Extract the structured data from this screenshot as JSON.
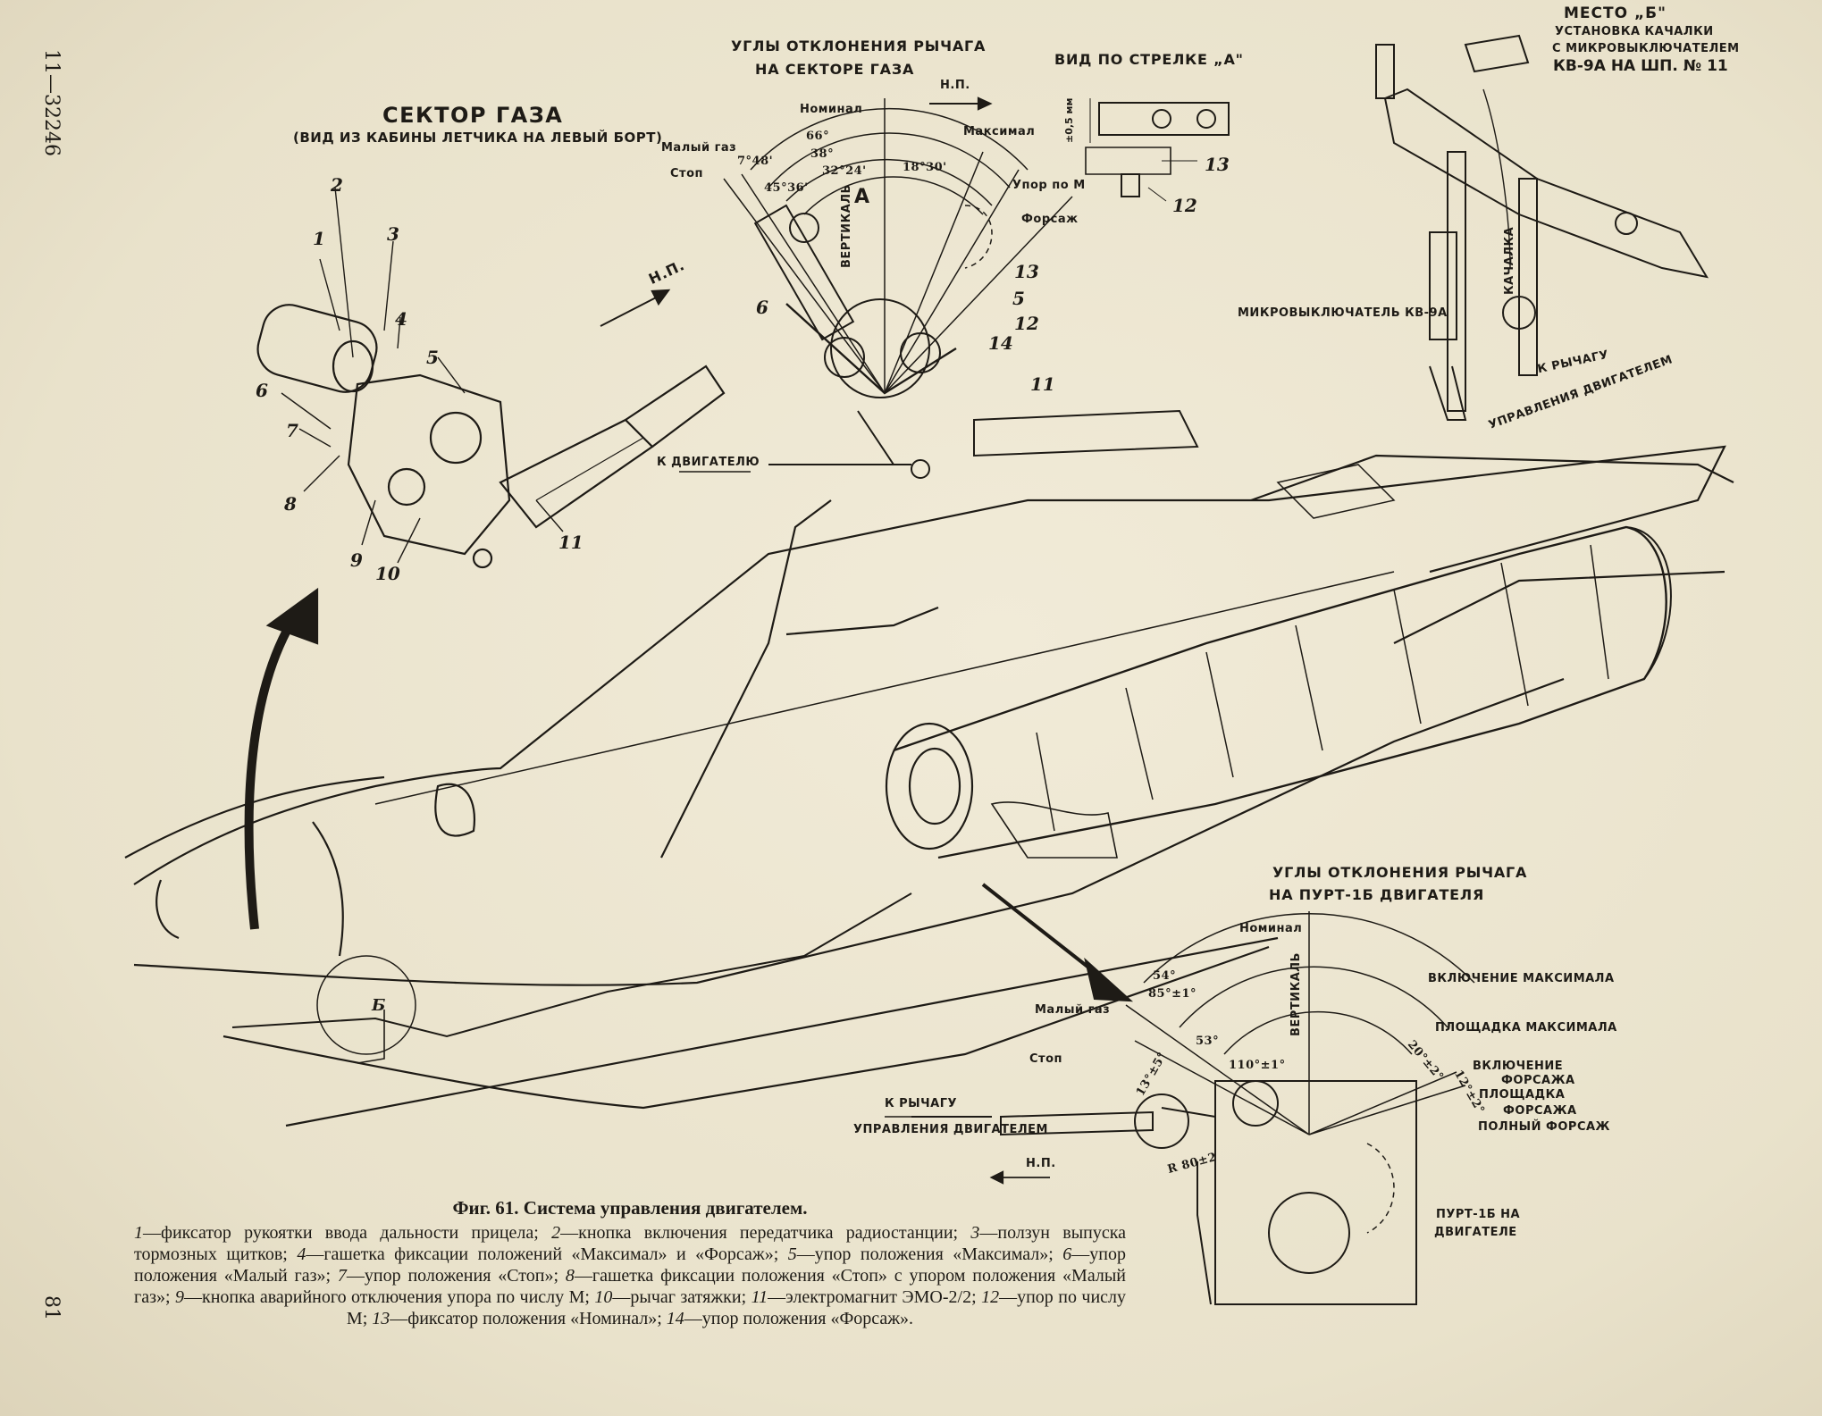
{
  "side_code": "11—32246",
  "page_number": "81",
  "throttle": {
    "title": "СЕКТОР ГАЗА",
    "subtitle": "(ВИД ИЗ КАБИНЫ ЛЕТЧИКА НА ЛЕВЫЙ БОРТ)",
    "direction": "Н.П.",
    "callouts": [
      "1",
      "2",
      "3",
      "4",
      "5",
      "6",
      "7",
      "8",
      "9",
      "10",
      "11"
    ]
  },
  "lever_angles": {
    "title_line1": "УГЛЫ ОТКЛОНЕНИЯ РЫЧАГА",
    "title_line2": "НА СЕКТОРЕ ГАЗА",
    "direction": "Н.П.",
    "positions": [
      "Номинал",
      "Малый газ",
      "Стоп",
      "Максимал",
      "Упор по М",
      "Форсаж"
    ],
    "angles": [
      "66°",
      "38°",
      "32°24'",
      "7°48'",
      "45°36'",
      "18°30'"
    ],
    "vertical": "ВЕРТИКАЛЬ",
    "arrow_a": "А",
    "to_engine": "К ДВИГАТЕЛЮ",
    "callouts": [
      "6",
      "13",
      "5",
      "12",
      "14",
      "11"
    ]
  },
  "view_a": {
    "title": "ВИД ПО СТРЕЛКЕ „А\"",
    "gap": "±0,5 мм",
    "callouts": [
      "13",
      "12"
    ]
  },
  "place_b": {
    "line1": "МЕСТО „Б\"",
    "line2": "УСТАНОВКА КАЧАЛКИ",
    "line3": "С МИКРОВЫКЛЮЧАТЕЛЕМ",
    "line4": "КВ-9А НА ШП. № 11",
    "micro_switch": "МИКРОВЫКЛЮЧАТЕЛЬ КВ-9А",
    "to_lever_1": "К РЫЧАГУ",
    "to_lever_2": "УПРАВЛЕНИЯ ДВИГАТЕЛЕМ",
    "rocker": "КАЧАЛКА"
  },
  "fuselage": {
    "mark_b": "Б"
  },
  "purt": {
    "title_line1": "УГЛЫ ОТКЛОНЕНИЯ РЫЧАГА",
    "title_line2": "НА ПУРТ-1Б ДВИГАТЕЛЯ",
    "positions": [
      "Номинал",
      "Малый газ",
      "Стоп"
    ],
    "angles": [
      "54°",
      "85°±1°",
      "53°",
      "110°±1°",
      "13°±5°",
      "20°±2°",
      "12°±2°",
      "R 80±2"
    ],
    "vertical": "ВЕРТИКАЛЬ",
    "right_labels": [
      "ВКЛЮЧЕНИЕ МАКСИМАЛА",
      "ПЛОЩАДКА МАКСИМАЛА",
      "ВКЛЮЧЕНИЕ",
      "ФОРСАЖА",
      "ПЛОЩАДКА",
      "ФОРСАЖА",
      "ПОЛНЫЙ ФОРСАЖ"
    ],
    "to_lever_1": "К РЫЧАГУ",
    "to_lever_2": "УПРАВЛЕНИЯ ДВИГАТЕЛЕМ",
    "direction": "Н.П.",
    "unit_1": "ПУРТ-1Б НА",
    "unit_2": "ДВИГАТЕЛЕ"
  },
  "caption": {
    "title": "Фиг. 61. Система управления двигателем.",
    "items": [
      {
        "n": "1",
        "t": "—фиксатор рукоятки ввода дальности прицела; "
      },
      {
        "n": "2",
        "t": "—кнопка включения передатчика радиостанции; "
      },
      {
        "n": "3",
        "t": "—ползун выпуска тормозных щитков; "
      },
      {
        "n": "4",
        "t": "—гашетка фиксации положений «Максимал» и «Форсаж»; "
      },
      {
        "n": "5",
        "t": "—упор положения «Максимал»; "
      },
      {
        "n": "6",
        "t": "—упор положения «Малый газ»; "
      },
      {
        "n": "7",
        "t": "—упор положения «Стоп»; "
      },
      {
        "n": "8",
        "t": "—гашетка фиксации положения «Стоп» с упором положения «Малый газ»; "
      },
      {
        "n": "9",
        "t": "—кнопка аварийного отключения упора по числу М; "
      },
      {
        "n": "10",
        "t": "—рычаг затяжки; "
      },
      {
        "n": "11",
        "t": "—электромагнит ЭМО-2/2; "
      },
      {
        "n": "12",
        "t": "—упор по числу М; "
      },
      {
        "n": "13",
        "t": "—фиксатор положения «Номинал»; "
      },
      {
        "n": "14",
        "t": "—упор положения «Форсаж»."
      }
    ]
  }
}
